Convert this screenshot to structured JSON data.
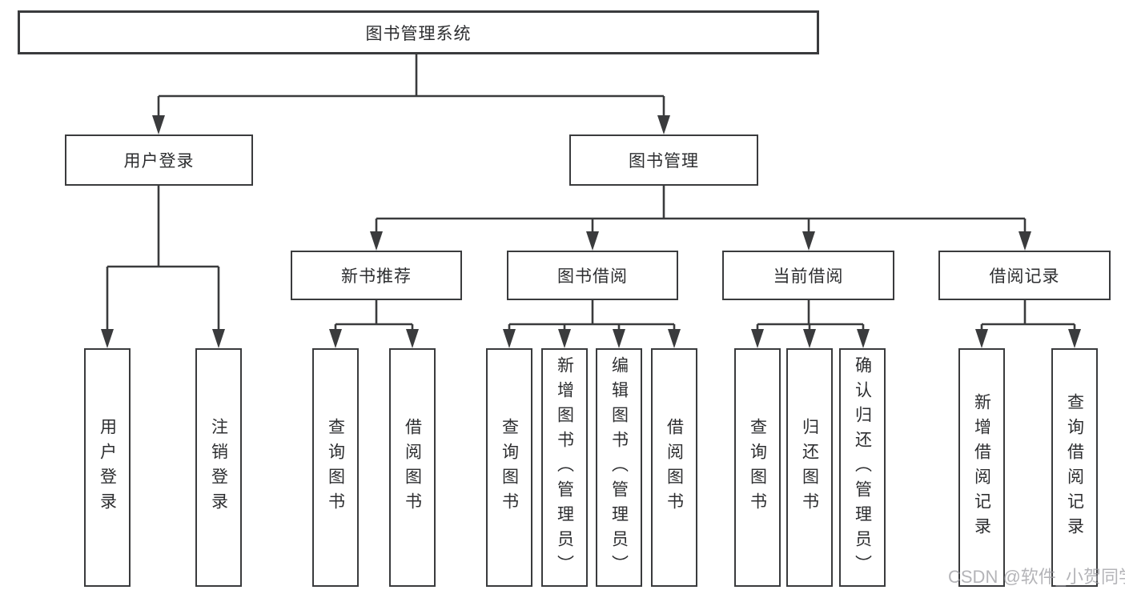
{
  "diagram": {
    "title_node": {
      "label": "图书管理系统"
    },
    "level2": [
      {
        "label": "用户登录"
      },
      {
        "label": "图书管理"
      }
    ],
    "level3": [
      {
        "label": "新书推荐"
      },
      {
        "label": "图书借阅"
      },
      {
        "label": "当前借阅"
      },
      {
        "label": "借阅记录"
      }
    ],
    "leaves": [
      {
        "label": "用户登录"
      },
      {
        "label": "注销登录"
      },
      {
        "label": "查询图书"
      },
      {
        "label": "借阅图书"
      },
      {
        "label": "查询图书"
      },
      {
        "label": "新增图书（管理员）"
      },
      {
        "label": "编辑图书（管理员）"
      },
      {
        "label": "借阅图书"
      },
      {
        "label": "查询图书"
      },
      {
        "label": "归还图书"
      },
      {
        "label": "确认归还（管理员）"
      },
      {
        "label": "新增借阅记录"
      },
      {
        "label": "查询借阅记录"
      }
    ]
  },
  "watermark": {
    "text": "CSDN @软件_小贺同学"
  },
  "colors": {
    "line": "#3a3b3d",
    "text": "#2d2e30",
    "watermark": "#9b9ba0",
    "background": "#ffffff"
  }
}
